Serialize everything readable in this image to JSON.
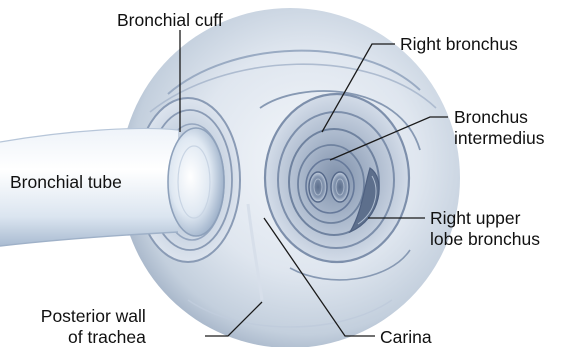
{
  "labels": {
    "bronchial_cuff": "Bronchial cuff",
    "bronchial_tube": "Bronchial tube",
    "right_bronchus": "Right bronchus",
    "bronchus_intermedius_line1": "Bronchus",
    "bronchus_intermedius_line2": "intermedius",
    "right_upper_lobe_line1": "Right upper",
    "right_upper_lobe_line2": "lobe bronchus",
    "posterior_wall_line1": "Posterior wall",
    "posterior_wall_line2": "of trachea",
    "carina": "Carina"
  },
  "colors": {
    "mucosa_light": "#e8eef6",
    "mucosa_mid": "#b9c6d8",
    "mucosa_dark": "#6d7f9a",
    "ring_stroke": "#8294b0",
    "tube_light": "#f4f8fc",
    "tube_shadow": "#b8c8dc",
    "leader_line": "#1a1a1a"
  }
}
